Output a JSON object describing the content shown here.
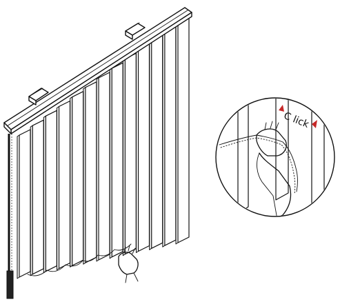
{
  "callout": {
    "click_text": "C lick"
  },
  "colors": {
    "line": "#111111",
    "background": "#ffffff",
    "click_arrows": "#c62828"
  },
  "diagram": {
    "vane_count": 13,
    "parts": [
      "headrail",
      "mounting-brackets",
      "vanes",
      "pull-cord",
      "bead-chain",
      "detail-callout"
    ]
  }
}
